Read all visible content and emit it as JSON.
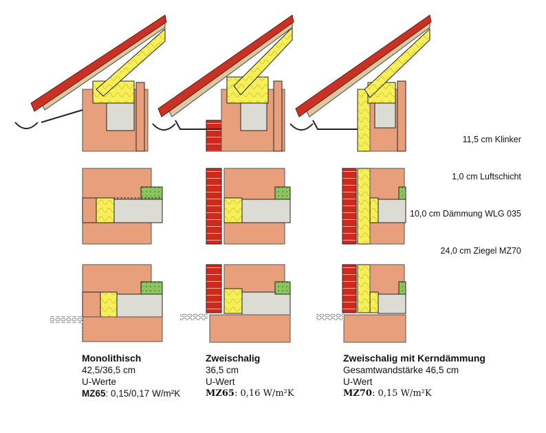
{
  "legend": [
    "11,5 cm Klinker",
    "1,0 cm Luftschicht",
    "10,0 cm Dämmung WLG 035",
    "24,0 cm Ziegel MZ70"
  ],
  "captions": [
    {
      "title": "Monolithisch",
      "line1": "42,5/36,5 cm",
      "line2": "U-Werte",
      "uprefix": "MZ65",
      "uvalue": ": 0,15/0,17 W/m²K"
    },
    {
      "title": "Zweischalig",
      "line1": "36,5 cm",
      "line2": "U-Wert",
      "uprefix": "MZ65",
      "uvalue": ": 0,16 W/m²K"
    },
    {
      "title": "Zweischalig mit Kerndämmung",
      "line1": "Gesamtwandstärke 46,5 cm",
      "line2": "U-Wert",
      "uprefix": "MZ70",
      "uvalue": ": 0,15 W/m²K"
    }
  ],
  "colors": {
    "brick": "#e8a07c",
    "clinker": "#cc2a1c",
    "insulation": "#f6ef58",
    "concrete": "#dcdcd4",
    "green": "#6fb04a",
    "roof": "#c83224",
    "outline": "#222222"
  }
}
